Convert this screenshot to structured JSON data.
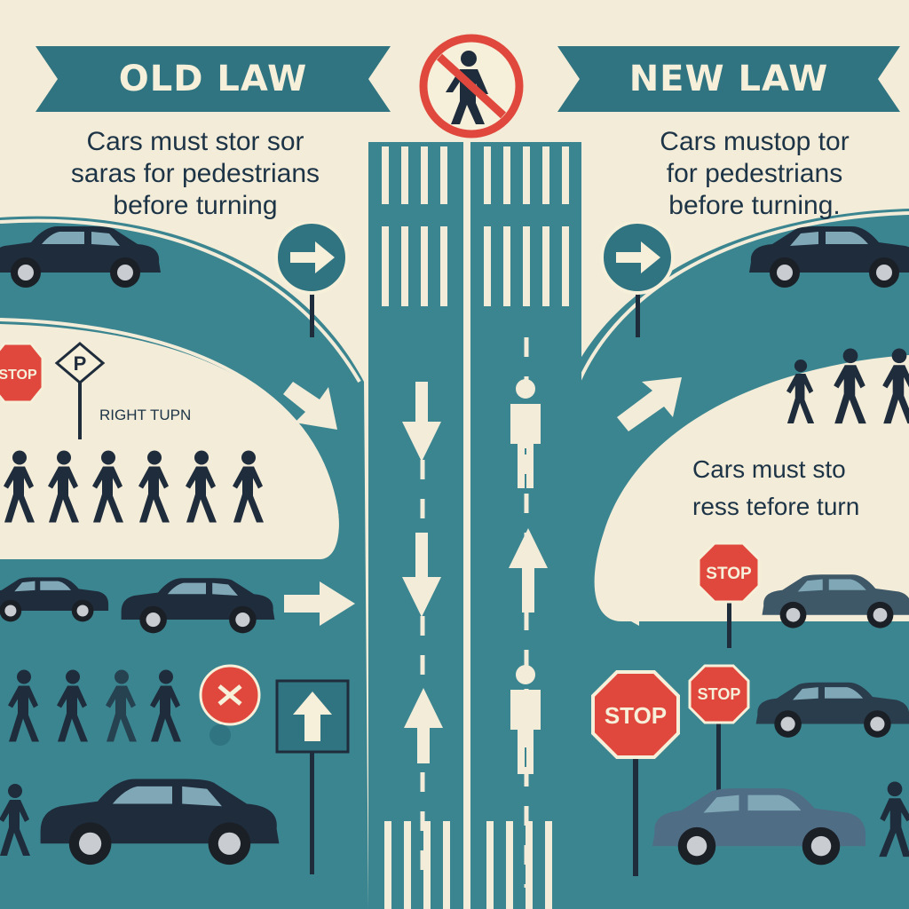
{
  "colors": {
    "background": "#f3ecd8",
    "teal": "#2f7480",
    "road": "#3b8590",
    "stop_red": "#e0483d",
    "text_dark": "#1d3447",
    "car_dark": "#1f2c3c"
  },
  "left": {
    "banner": "OLD LAW",
    "caption": [
      "Cars must stor sor",
      "saras for pedestrians",
      "before turning"
    ],
    "right_turn_label": "RIGHT TUPN",
    "parking_sign": "P",
    "stop_sign": "STOP"
  },
  "right": {
    "banner": "NEW LAW",
    "caption": [
      "Cars mustop tor",
      "for pedestrians",
      "before turning."
    ],
    "side_caption": [
      "Cars must sto",
      "ress tefore turn"
    ],
    "stop_signs": [
      "STOP",
      "STOP",
      "STOP"
    ]
  },
  "icons": {
    "top_center": "no-pedestrian-icon",
    "arrows": [
      "right-arrow-sign",
      "right-arrow-sign",
      "up-arrow-sign"
    ]
  }
}
